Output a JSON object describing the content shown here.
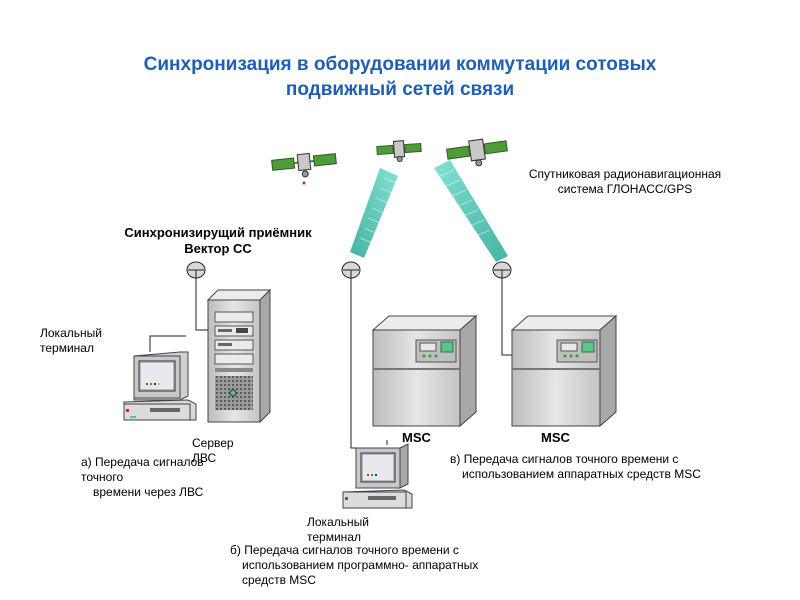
{
  "title_line1": "Синхронизация в оборудовании коммутации сотовых",
  "title_line2": "подвижный сетей связи",
  "satellite_system_line1": "Спутниковая радионавигационная",
  "satellite_system_line2": "система ГЛОНАСС/GPS",
  "receiver_line1": "Синхронизирущий приёмник",
  "receiver_line2": "Вектор СС",
  "local_terminal_left_line1": "Локальный",
  "local_terminal_left_line2": "терминал",
  "server_line1": "Сервер",
  "server_line2": "ЛВС",
  "msc_left": "MSC",
  "msc_right": "MSC",
  "caption_a_line1": "а) Передача сигналов",
  "caption_a_line2": "точного",
  "caption_a_line3": "времени через ЛВС",
  "caption_v_line1": "в) Передача  сигналов  точного  времени  с",
  "caption_v_line2": "использованием аппаратных средств MSC",
  "local_terminal_bottom_line1": "Локальный",
  "local_terminal_bottom_line2": "терминал",
  "caption_b_line1": "б) Передача   сигналов   точного   времени  с",
  "caption_b_line2": "использованием программно- аппаратных",
  "caption_b_line3": "средств MSC",
  "colors": {
    "title": "#1f5fb3",
    "beam": "#3bbfa8",
    "panel": "#5ec48a",
    "cabinet": "#d9d9d9"
  }
}
